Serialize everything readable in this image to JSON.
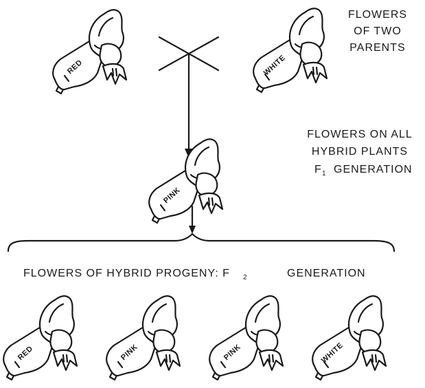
{
  "labels": {
    "parents": [
      "FLOWERS",
      "OF TWO",
      "PARENTS"
    ],
    "f1": [
      "FLOWERS ON ALL",
      "HYBRID PLANTS",
      "F",
      "1",
      "GENERATION"
    ],
    "f2": [
      "FLOWERS OF HYBRID PROGENY: F",
      "2",
      "GENERATION"
    ]
  },
  "flowers": {
    "parent_left": "RED",
    "parent_right": "WHITE",
    "f1": "PINK",
    "f2": [
      "RED",
      "PINK",
      "PINK",
      "WHITE"
    ]
  },
  "colors": {
    "ink": "#1a1a1a",
    "background": "#ffffff"
  }
}
